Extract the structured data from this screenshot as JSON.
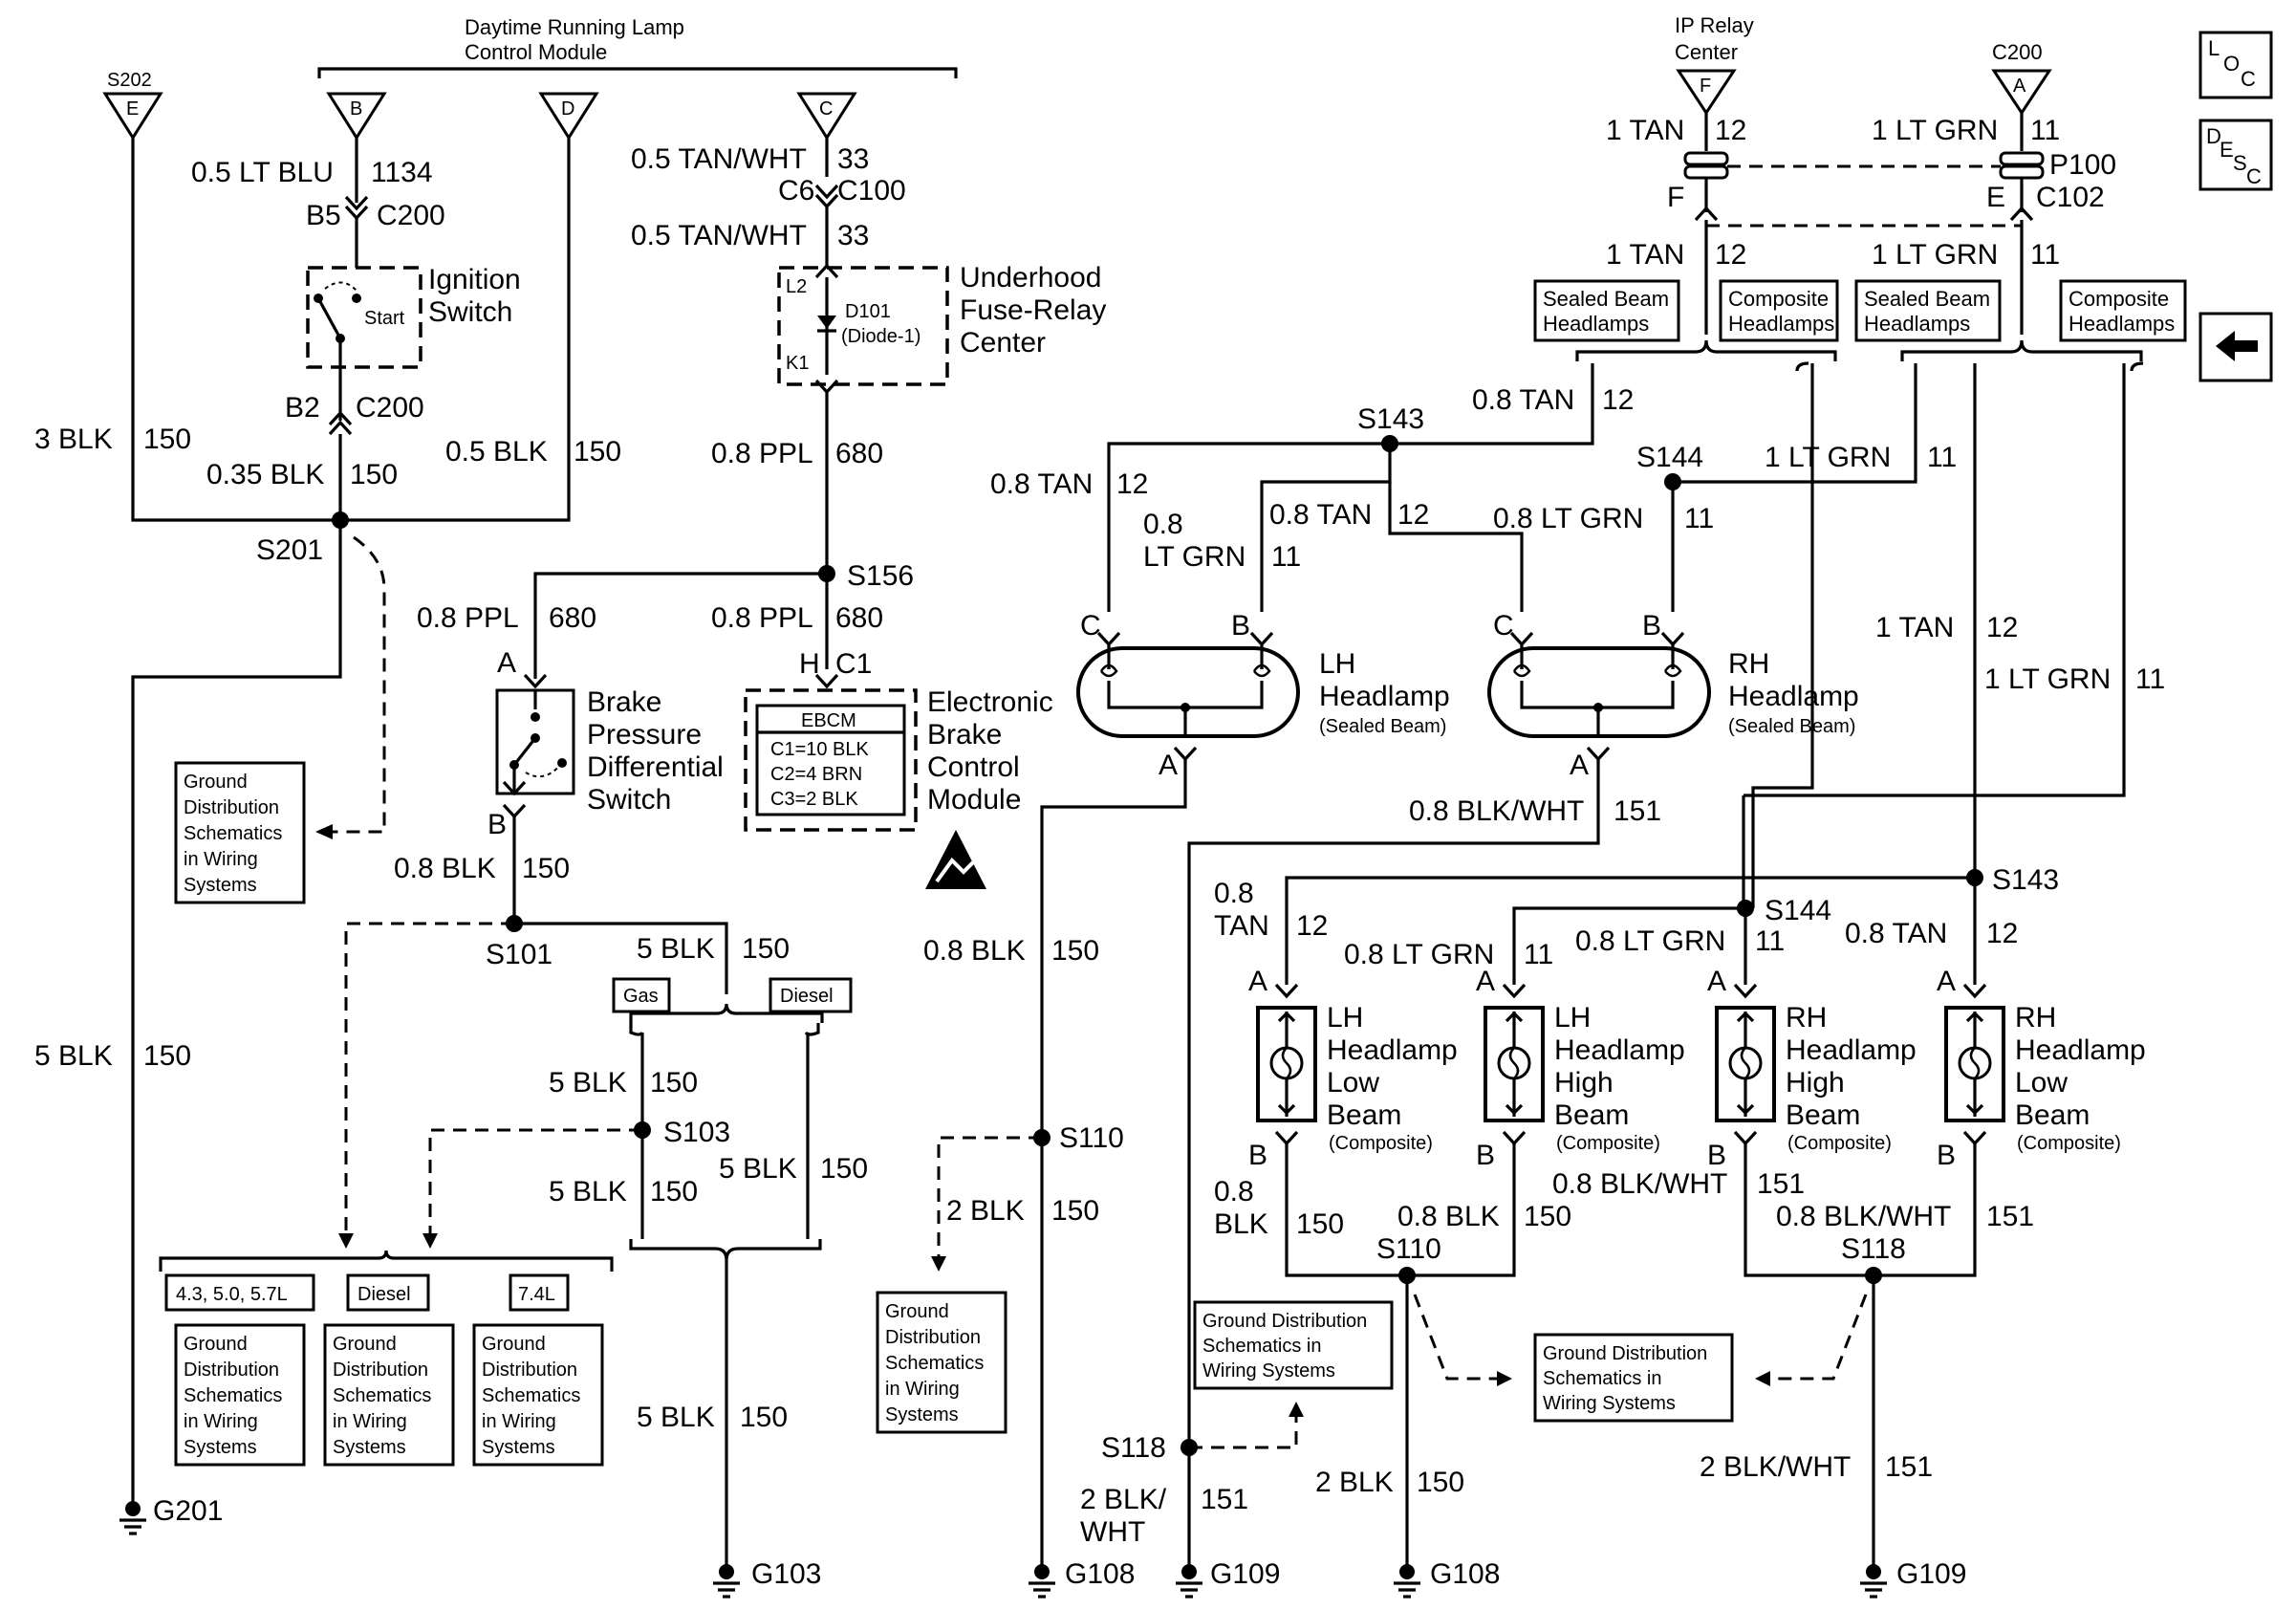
{
  "module_title": [
    "Daytime Running Lamp",
    "Control Module"
  ],
  "ip_relay_title": [
    "IP Relay",
    "Center"
  ],
  "connectors": {
    "s202": "S202",
    "s202_pin": "E",
    "drl_b": "B",
    "drl_d": "D",
    "drl_c": "C",
    "ip_f": "F",
    "c200": "C200",
    "c200_a": "A"
  },
  "nav": {
    "loc": [
      "L",
      "O",
      "C"
    ],
    "desc": [
      "D",
      "E",
      "S",
      "C"
    ]
  },
  "wires": {
    "w_05_lt_blu": "0.5 LT BLU",
    "c1134": "1134",
    "b5": "B5",
    "c200": "C200",
    "b2": "B2",
    "w_3blk": "3 BLK",
    "w_035blk": "0.35 BLK",
    "w_05blk": "0.5 BLK",
    "c150": "150",
    "w_05_tan_wht": "0.5 TAN/WHT",
    "c33": "33",
    "c6": "C6",
    "c100": "C100",
    "w_08ppl": "0.8 PPL",
    "c680": "680",
    "h": "H",
    "c1": "C1",
    "w_08blk": "0.8 BLK",
    "w_5blk": "5 BLK",
    "w_2blk": "2 BLK",
    "w_08": "0.8",
    "w_tan": "TAN",
    "w_blk": "BLK",
    "w_08tan": "0.8 TAN",
    "w_1tan": "1 TAN",
    "c12": "12",
    "w_08ltgrn": "0.8 LT GRN",
    "w_1ltgrn": "1 LT GRN",
    "w_ltgrn": "LT GRN",
    "c11": "11",
    "w_08blkwht": "0.8 BLK/WHT",
    "c151": "151",
    "w_2blkwht": "2 BLK/WHT",
    "w_2blk_s": "2 BLK/",
    "w_wht": "WHT",
    "p100": "P100",
    "c102": "C102",
    "f": "F",
    "e": "E"
  },
  "splices": {
    "s201": "S201",
    "s156": "S156",
    "s101": "S101",
    "s103": "S103",
    "s110": "S110",
    "s143": "S143",
    "s144": "S144",
    "s118": "S118"
  },
  "grounds": {
    "g201": "G201",
    "g103": "G103",
    "g108": "G108",
    "g109": "G109"
  },
  "components": {
    "ignition": [
      "Ignition",
      "Switch"
    ],
    "start": "Start",
    "fuse_relay": [
      "Underhood",
      "Fuse-Relay",
      "Center"
    ],
    "d101": [
      "D101",
      "(Diode-1)"
    ],
    "l2": "L2",
    "k1": "K1",
    "brake_switch": [
      "Brake",
      "Pressure",
      "Differential",
      "Switch"
    ],
    "ebcm_title": "EBCM",
    "ebcm_lines": [
      "C1=10 BLK",
      "C2=4 BRN",
      "C3=2 BLK"
    ],
    "ebcm_label": [
      "Electronic",
      "Brake",
      "Control",
      "Module"
    ],
    "lh_headlamp": [
      "LH",
      "Headlamp"
    ],
    "rh_headlamp": [
      "RH",
      "Headlamp"
    ],
    "sealed_beam": "(Sealed Beam)",
    "lh_low": [
      "LH",
      "Headlamp",
      "Low",
      "Beam"
    ],
    "lh_high": [
      "LH",
      "Headlamp",
      "High",
      "Beam"
    ],
    "rh_high": [
      "RH",
      "Headlamp",
      "High",
      "Beam"
    ],
    "rh_low": [
      "RH",
      "Headlamp",
      "Low",
      "Beam"
    ],
    "composite": "(Composite)"
  },
  "pins": {
    "a": "A",
    "b": "B",
    "c": "C"
  },
  "options": {
    "sealed_beam_headlamps": [
      "Sealed Beam",
      "Headlamps"
    ],
    "composite_headlamps": [
      "Composite",
      "Headlamps"
    ],
    "gas": "Gas",
    "diesel": "Diesel",
    "engines_gas": "4.3, 5.0, 5.7L",
    "engine_74": "7.4L"
  },
  "ground_dist5": [
    "Ground",
    "Distribution",
    "Schematics",
    "in Wiring",
    "Systems"
  ],
  "ground_dist3": [
    "Ground Distribution",
    "Schematics in",
    "Wiring Systems"
  ]
}
